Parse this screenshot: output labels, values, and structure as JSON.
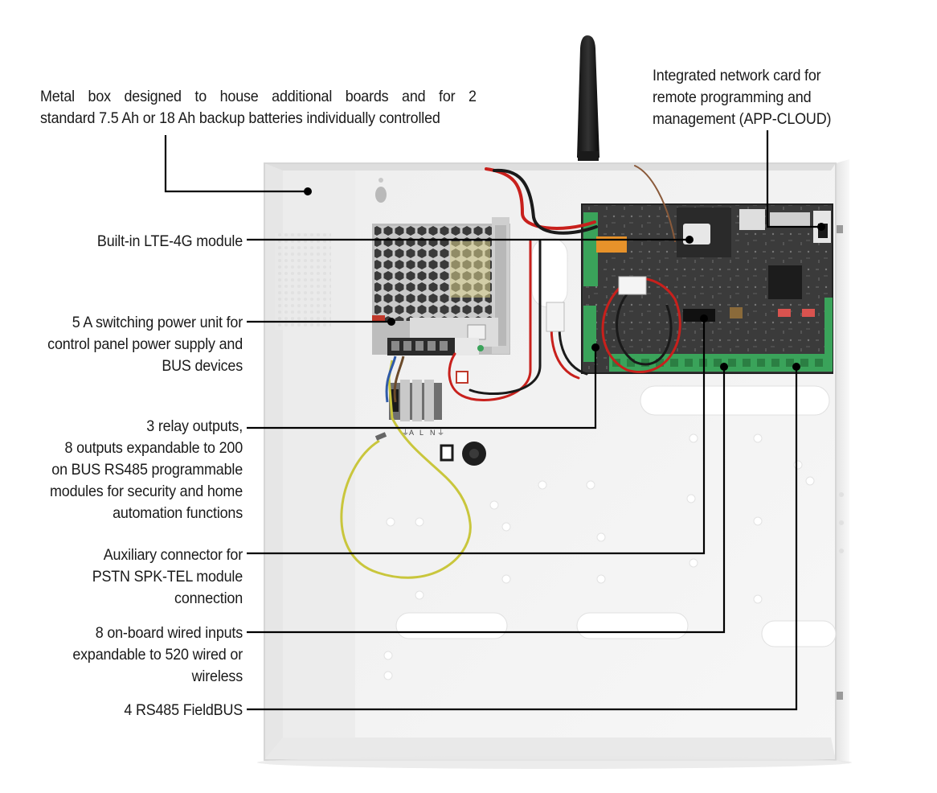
{
  "callouts": {
    "metal_box": {
      "lines": [
        "Metal box designed to house additional boards and for 2",
        "standard 7.5 Ah or 18 Ah backup batteries individually controlled"
      ]
    },
    "network_card": {
      "lines": [
        "Integrated network card for",
        "remote programming and",
        "management  (APP-CLOUD)"
      ]
    },
    "lte_module": {
      "lines": [
        "Built-in LTE-4G module"
      ]
    },
    "power_unit": {
      "lines": [
        "5 A switching power unit for",
        "control panel power supply and",
        "BUS devices"
      ]
    },
    "relay_outputs": {
      "lines": [
        "3 relay outputs,",
        "8 outputs expandable to 200",
        "on BUS RS485 programmable",
        "modules for security and home",
        "automation functions"
      ]
    },
    "aux_connector": {
      "lines": [
        "Auxiliary connector for",
        "PSTN SPK-TEL module",
        "connection"
      ]
    },
    "wired_inputs": {
      "lines": [
        "8 on-board wired inputs",
        "expandable to 520 wired or",
        "wireless"
      ]
    },
    "fieldbus": {
      "lines": [
        "4 RS485 FieldBUS"
      ]
    }
  },
  "product_markings": {
    "terminal_labels": [
      "⏚",
      "A",
      "L",
      "N",
      "⏚"
    ]
  },
  "colors": {
    "leader_line": "#000000",
    "text": "#1a1a1a",
    "enclosure": "#f1f1f1",
    "pcb": "#3a3a3a",
    "terminal_green": "#3aa35a",
    "wire_red": "#c8201c",
    "earth_wire": "#c9c63c"
  }
}
